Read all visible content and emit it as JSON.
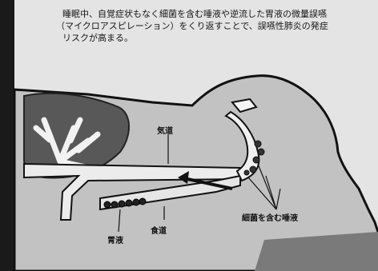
{
  "caption": {
    "line1": "睡眠中、自覚症状もなく細菌を含む唾液や逆流した胃液の微量誤嚥",
    "line2": "（マイクロアスピレーション）をくり返すことで、誤嚥性肺炎の発症",
    "line3": "リスクが高まる。"
  },
  "labels": {
    "airway": "気道",
    "esophagus": "食道",
    "gastric_juice": "胃液",
    "bacteria_saliva": "細菌を含む唾液"
  },
  "colors": {
    "background": "#1a1a1a",
    "paper": "#e4e4e4",
    "body": "#c2c2c2",
    "lung": "#585858",
    "outline": "#111111"
  }
}
